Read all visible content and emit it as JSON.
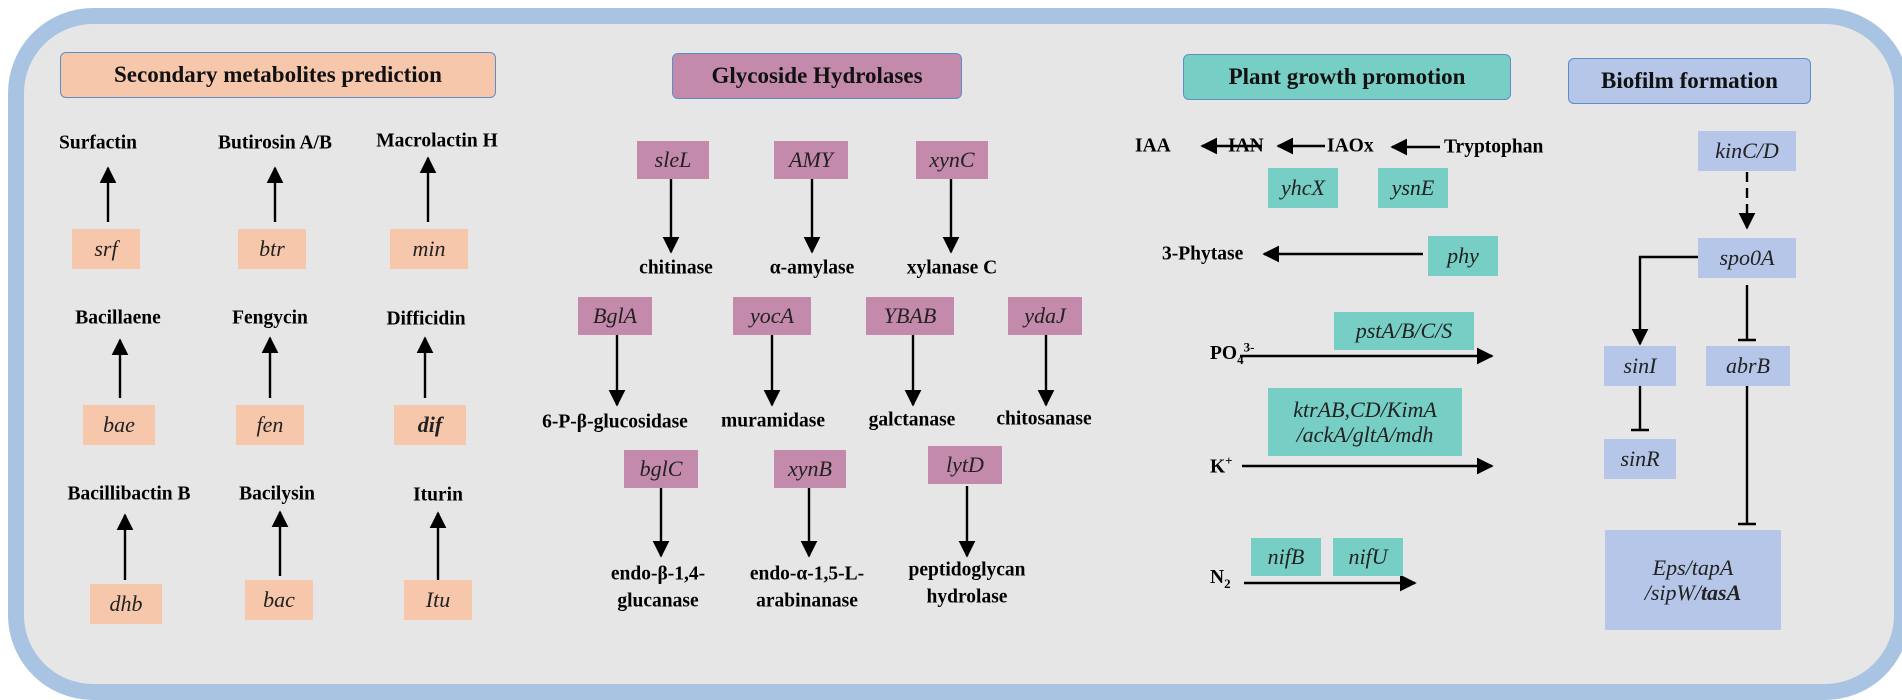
{
  "headers": {
    "secondary": "Secondary metabolites prediction",
    "glycoside": "Glycoside Hydrolases",
    "plant": "Plant growth promotion",
    "biofilm": "Biofilm formation"
  },
  "secondary": {
    "products": [
      "Surfactin",
      "Butirosin A/B",
      "Macrolactin  H",
      "Bacillaene",
      "Fengycin",
      "Difficidin",
      "Bacillibactin  B",
      "Bacilysin",
      "Iturin"
    ],
    "genes": [
      "srf",
      "btr",
      "min",
      "bae",
      "fen",
      "dif",
      "dhb",
      "bac",
      "Itu"
    ]
  },
  "glycoside": {
    "genes": [
      "sleL",
      "AMY",
      "xynC",
      "BglA",
      "yocA",
      "YBAB",
      "ydaJ",
      "bglC",
      "xynB",
      "lytD"
    ],
    "enzymes": [
      "chitinase",
      "α-amylase",
      "xylanase C",
      "6-P-β-glucosidase",
      "muramidase",
      "galctanase",
      "chitosanase",
      "endo-β-1,4-\nglucanase",
      "endo-α-1,5-L-\narabinanase",
      "peptidoglycan\nhydrolase"
    ]
  },
  "plant": {
    "iaa": "IAA",
    "ian": "IAN",
    "iaox": "IAOx",
    "tryptophan": "Tryptophan",
    "yhcX": "yhcX",
    "ysnE": "ysnE",
    "phytase": "3-Phytase",
    "phy": "phy",
    "po4": "PO",
    "po4_sub": "4",
    "po4_sup": "3-",
    "pst": "pstA/B/C/S",
    "k": "K",
    "k_sup": "+",
    "ktr": "ktrAB,CD/KimA\n/ackA/gltA/mdh",
    "n2": "N",
    "n2_sub": "2",
    "nifB": "nifB",
    "nifU": "nifU"
  },
  "biofilm": {
    "kinCD": "kinC/D",
    "spo0A": "spo0A",
    "sinI": "sinI",
    "abrB": "abrB",
    "sinR": "sinR",
    "eps_line1": "Eps/tapA",
    "eps_line2_a": "/sipW/",
    "eps_line2_b": "tasA"
  },
  "colors": {
    "frame": "#a8c4e2",
    "background": "#e6e6e7",
    "peach": "#f7c7ac",
    "mauve": "#c48aab",
    "teal": "#76cec4",
    "blue": "#b5c6e9"
  }
}
